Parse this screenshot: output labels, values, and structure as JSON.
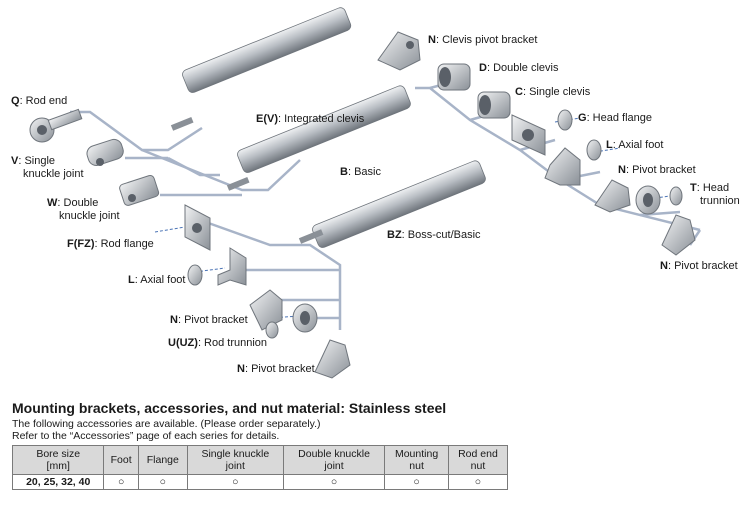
{
  "diagram": {
    "labels": {
      "clevis_pivot": {
        "code": "N",
        "text": ": Clevis pivot bracket"
      },
      "double_clevis": {
        "code": "D",
        "text": ": Double clevis"
      },
      "single_clevis": {
        "code": "C",
        "text": ": Single clevis"
      },
      "head_flange": {
        "code": "G",
        "text": ": Head flange"
      },
      "axial_foot_r": {
        "code": "L",
        "text": ": Axial foot"
      },
      "pivot_r1": {
        "code": "N",
        "text": ": Pivot bracket"
      },
      "head_trunnion": {
        "code": "T",
        "text": ": Head",
        "line2": "trunnion"
      },
      "pivot_r2": {
        "code": "N",
        "text": ": Pivot bracket"
      },
      "rod_end": {
        "code": "Q",
        "text": ": Rod end"
      },
      "single_knuckle": {
        "code": "V",
        "text": ": Single",
        "line2": "knuckle joint"
      },
      "double_knuckle": {
        "code": "W",
        "text": ": Double",
        "line2": "knuckle joint"
      },
      "rod_flange": {
        "code": "F(FZ)",
        "text": ": Rod flange"
      },
      "axial_foot_l": {
        "code": "L",
        "text": ": Axial foot"
      },
      "pivot_l1": {
        "code": "N",
        "text": ": Pivot bracket"
      },
      "rod_trunnion": {
        "code": "U(UZ)",
        "text": ": Rod trunnion"
      },
      "pivot_l2": {
        "code": "N",
        "text": ": Pivot bracket"
      },
      "cyl_ev": {
        "code": "E(V)",
        "text": ": Integrated clevis"
      },
      "cyl_b": {
        "code": "B",
        "text": ": Basic"
      },
      "cyl_bz": {
        "code": "BZ",
        "text": ": Boss-cut/Basic"
      }
    }
  },
  "section": {
    "heading": "Mounting brackets, accessories, and nut material: Stainless steel",
    "note1": "The following accessories are available. (Please order separately.)",
    "note2": "Refer to the “Accessories” page of each series for details."
  },
  "table": {
    "headers": [
      {
        "l1": "Bore size",
        "l2": "[mm]"
      },
      {
        "l1": "Foot",
        "l2": ""
      },
      {
        "l1": "Flange",
        "l2": ""
      },
      {
        "l1": "Single knuckle",
        "l2": "joint"
      },
      {
        "l1": "Double knuckle",
        "l2": "joint"
      },
      {
        "l1": "Mounting",
        "l2": "nut"
      },
      {
        "l1": "Rod end",
        "l2": "nut"
      }
    ],
    "row": {
      "bore": "20, 25, 32, 40",
      "values": [
        "○",
        "○",
        "○",
        "○",
        "○",
        "○"
      ]
    }
  },
  "colors": {
    "line": "#a8b4c8",
    "metal": "#c4c8cc",
    "metal_dark": "#7d838a",
    "cylinder": "#b9bec4"
  }
}
